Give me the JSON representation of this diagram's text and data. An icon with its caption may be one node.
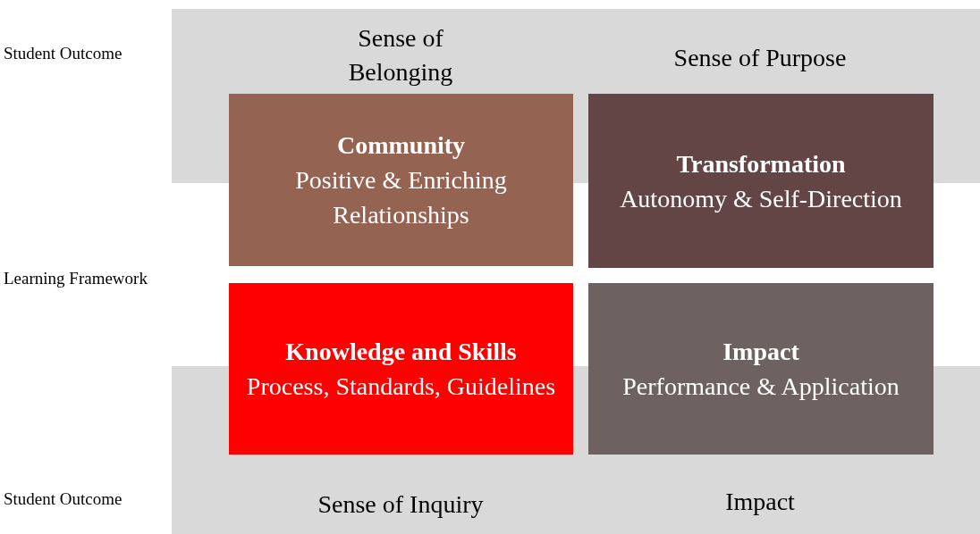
{
  "diagram": {
    "nodes": [
      {
        "text": [
          "Community",
          "Positive & Enriching Relationships"
        ]
      },
      {
        "text": [
          "Transformation",
          "Autonomy & Self-Direction"
        ]
      },
      {
        "text": [
          "Knowledge and Skills",
          "Process, Standards, Guidelines"
        ]
      },
      {
        "text": [
          "Impact",
          "Performance & Application"
        ]
      }
    ],
    "labels": [
      "Student Outcome",
      "Sense of Belonging",
      "Sense of Purpose",
      "Learning Framework",
      "Student Outcome",
      "Sense of Inquiry",
      "Impact"
    ]
  }
}
